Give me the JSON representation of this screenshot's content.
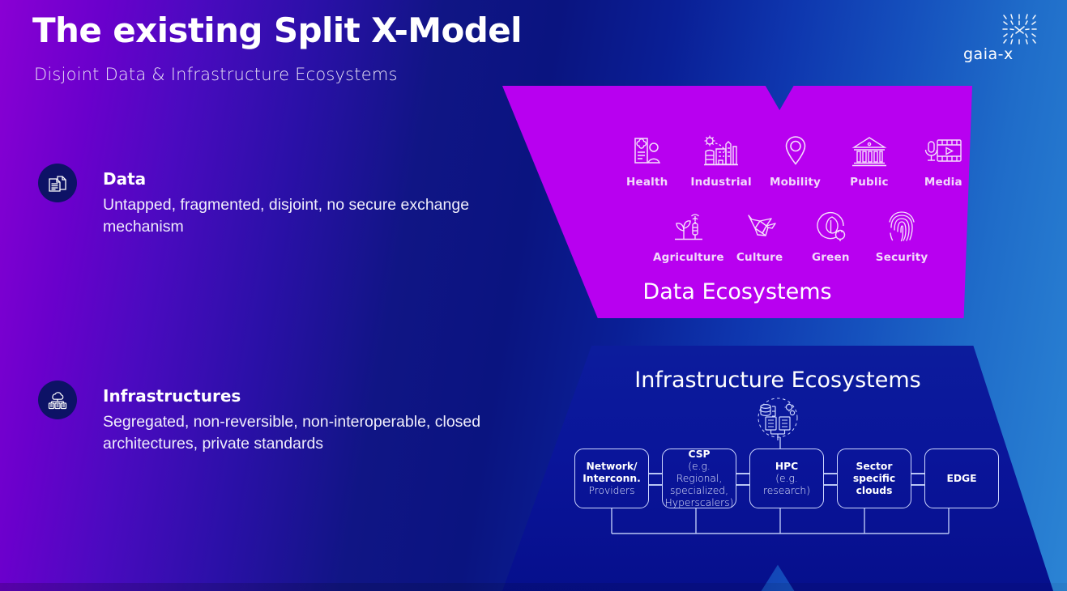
{
  "header": {
    "title": "The existing Split X-Model",
    "subtitle": "Disjoint Data & Infrastructure Ecosystems",
    "logo_wordmark": "gaia-x"
  },
  "colors": {
    "magenta": "#b800f0",
    "deep_blue": "#0a159a",
    "bg_purple": "#8a00d4",
    "bg_blue": "#2b84d4",
    "icon_circle": "#0d1266"
  },
  "blocks": [
    {
      "id": "data",
      "icon": "document-icon",
      "title": "Data",
      "description": "Untapped, fragmented, disjoint, no secure exchange mechanism"
    },
    {
      "id": "infrastructures",
      "icon": "cloud-servers-icon",
      "title": "Infrastructures",
      "description": "Segregated, non-reversible, non-interoperable, closed architectures, private standards"
    }
  ],
  "data_ecosystems": {
    "title": "Data Ecosystems",
    "row1": [
      {
        "label": "Health",
        "icon": "health-icon"
      },
      {
        "label": "Industrial",
        "icon": "industrial-icon"
      },
      {
        "label": "Mobility",
        "icon": "mobility-pin-icon"
      },
      {
        "label": "Public",
        "icon": "public-building-icon"
      },
      {
        "label": "Media",
        "icon": "media-film-icon"
      }
    ],
    "row2": [
      {
        "label": "Agriculture",
        "icon": "agriculture-icon"
      },
      {
        "label": "Culture",
        "icon": "culture-origami-icon"
      },
      {
        "label": "Green",
        "icon": "green-leaf-plug-icon"
      },
      {
        "label": "Security",
        "icon": "fingerprint-icon"
      }
    ]
  },
  "infrastructure_ecosystems": {
    "title": "Infrastructure Ecosystems",
    "badge_icon": "server-stack-icon",
    "boxes": [
      {
        "strong": "Network/\nInterconn.",
        "soft": "Providers"
      },
      {
        "strong": "CSP",
        "soft": "(e.g. Regional,\nspecialized,\nHyperscalers)"
      },
      {
        "strong": "HPC",
        "soft": "(e.g. research)"
      },
      {
        "strong": "Sector specific\nclouds",
        "soft": ""
      },
      {
        "strong": "EDGE",
        "soft": ""
      }
    ]
  }
}
